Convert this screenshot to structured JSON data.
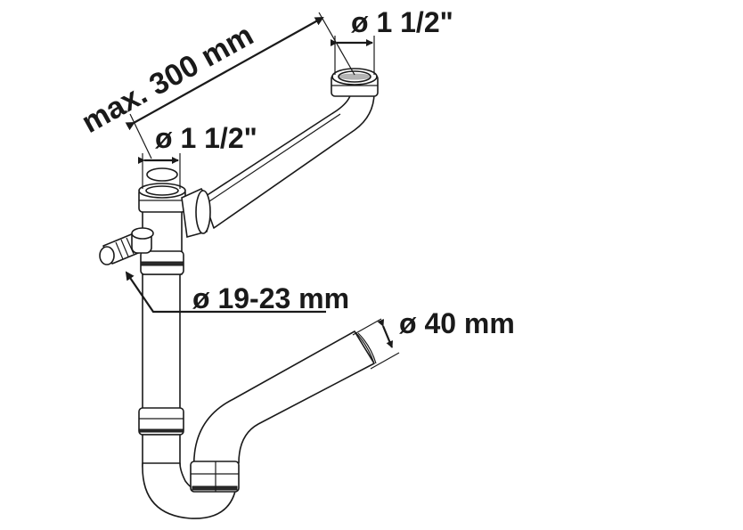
{
  "diagram": {
    "subject": "Double-bowl sink siphon with dishwasher hose connection",
    "labels": {
      "length": "max. 300 mm",
      "inlet_right": "ø 1 1/2\"",
      "inlet_left": "ø 1 1/2\"",
      "hose_connector": "ø 19-23 mm",
      "outlet": "ø 40 mm"
    },
    "colors": {
      "line": "#1a1a1a",
      "background": "#ffffff"
    }
  }
}
